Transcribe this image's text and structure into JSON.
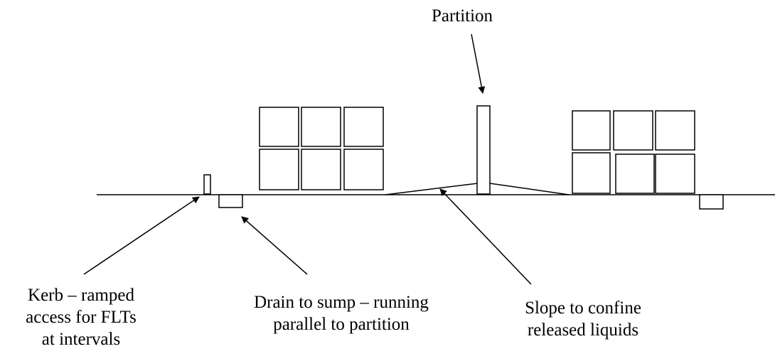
{
  "labels": {
    "partition": [
      "Partition"
    ],
    "kerb": [
      "Kerb – ramped",
      "access for FLTs",
      "at intervals"
    ],
    "drain": [
      "Drain to sump – running",
      "parallel to partition"
    ],
    "slope": [
      "Slope to confine",
      "released liquids"
    ]
  },
  "colors": {
    "stroke": "#000000",
    "background": "#ffffff"
  }
}
